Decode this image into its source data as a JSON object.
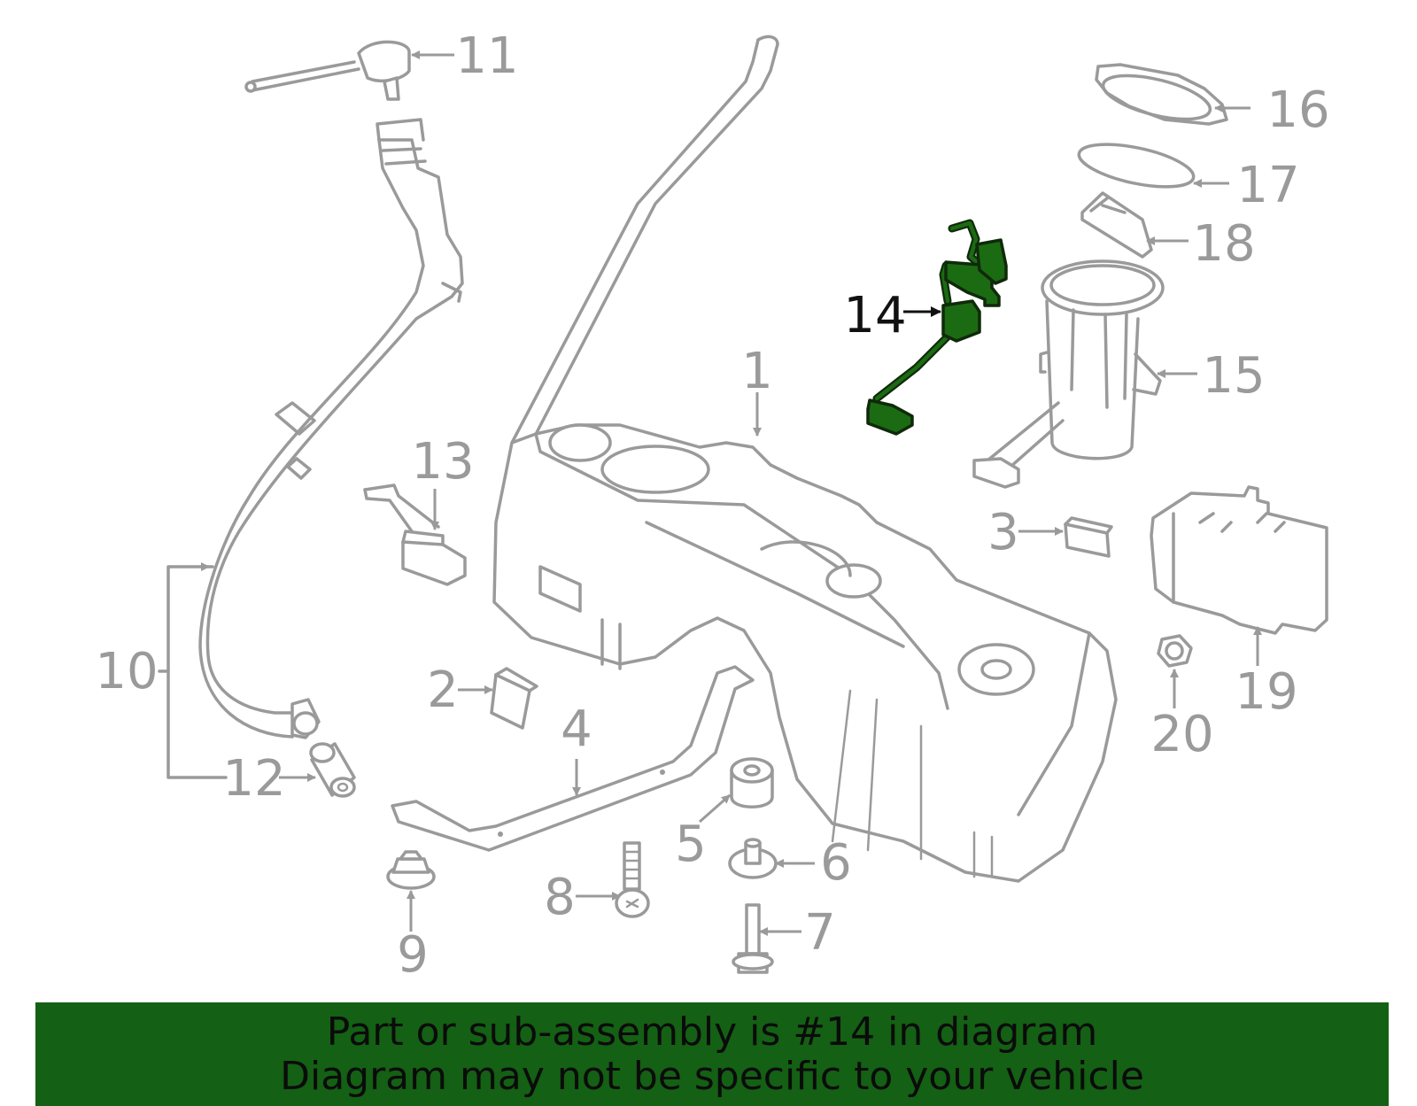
{
  "diagram": {
    "highlighted_part": "14",
    "highlight_color": "#1b6b12",
    "line_color": "#9a9a9a",
    "callouts": [
      {
        "id": "c1",
        "label": "1"
      },
      {
        "id": "c2",
        "label": "2"
      },
      {
        "id": "c3",
        "label": "3"
      },
      {
        "id": "c4",
        "label": "4"
      },
      {
        "id": "c5",
        "label": "5"
      },
      {
        "id": "c6",
        "label": "6"
      },
      {
        "id": "c7",
        "label": "7"
      },
      {
        "id": "c8",
        "label": "8"
      },
      {
        "id": "c9",
        "label": "9"
      },
      {
        "id": "c10",
        "label": "10"
      },
      {
        "id": "c11",
        "label": "11"
      },
      {
        "id": "c12",
        "label": "12"
      },
      {
        "id": "c13",
        "label": "13"
      },
      {
        "id": "c14",
        "label": "14"
      },
      {
        "id": "c15",
        "label": "15"
      },
      {
        "id": "c16",
        "label": "16"
      },
      {
        "id": "c17",
        "label": "17"
      },
      {
        "id": "c18",
        "label": "18"
      },
      {
        "id": "c19",
        "label": "19"
      },
      {
        "id": "c20",
        "label": "20"
      }
    ]
  },
  "banner": {
    "line1": "Part or sub-assembly is #14 in diagram",
    "line2": "Diagram may not be specific to your vehicle",
    "background": "#146014"
  }
}
